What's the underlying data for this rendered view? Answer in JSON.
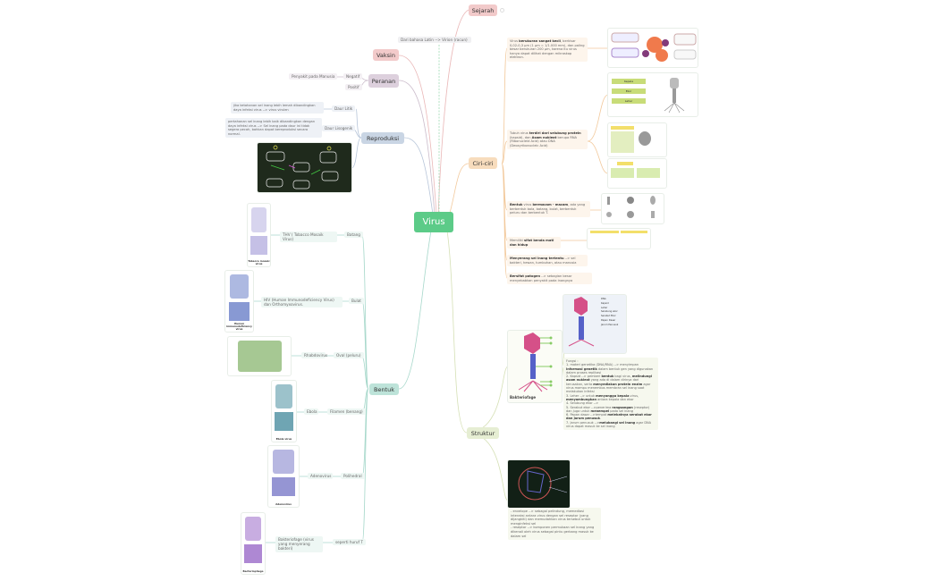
{
  "center": {
    "label": "Virus",
    "color": "#5ccb88"
  },
  "sejarah": {
    "label": "Sejarah",
    "color": "#f2caca",
    "child": "Dari bahasa Latin --> Virion (racun)"
  },
  "vaksin": {
    "label": "Vaksin",
    "color": "#f2caca"
  },
  "peranan": {
    "label": "Peranan",
    "color": "#ddd0dd",
    "negatif": "Negatif",
    "negatif_child": "Penyakit pada Manusia",
    "positif": "Positif"
  },
  "reproduksi": {
    "label": "Reproduksi",
    "color": "#c9d5e4",
    "litik": "Daur Litik",
    "litik_text": "jika ketahanan sel inang lebih lemah dibandingkan daya infeksi virus --> virus virulen",
    "lisogenik": "Daur Lisogenik",
    "lisogenik_text": "pertahanan sel inang lebih baik dibandingkan dengan daya infeksi virus --> Sel inang pada daur ini tidak segera pecah, bahkan dapat bereproduksi secara normal."
  },
  "ciri": {
    "label": "Ciri-ciri",
    "color": "#f7dcbd",
    "items": [
      [
        {
          "t": "Virus "
        },
        {
          "t": "berukuran sangat kecil",
          "b": 1
        },
        {
          "t": ", berkisar 0,02-0,3 μm (1 μm = 1/1.000 mm), dan paling besar berukuran 200 μm, karena itu virus hanya dapat dilihat dengan mikroskop elektron."
        }
      ],
      [
        {
          "t": "Tubuh virus "
        },
        {
          "t": "terdiri dari selubung protein",
          "b": 1
        },
        {
          "t": " (kapsid), dan "
        },
        {
          "t": "Asam nukleat",
          "b": 1
        },
        {
          "t": " berupa RNA (Ribonucleid Acid) atau DNA (Deoxyribonucleic Acid)"
        }
      ],
      [
        {
          "t": "Bentuk",
          "b": 1
        },
        {
          "t": " virus "
        },
        {
          "t": "bermacam - macam",
          "b": 1
        },
        {
          "t": ", ada yang berbentuk bola, batang, bulat, berbentuk peluru dan berbentuk T."
        }
      ],
      [
        {
          "t": "Memiliki "
        },
        {
          "t": "sifat benda mati dan hidup",
          "b": 1
        }
      ],
      [
        {
          "t": "Menyerang sel inang tertentu",
          "b": 1
        },
        {
          "t": " --> sel bakteri, hewan, tumbuhan, atau manusia"
        }
      ],
      [
        {
          "t": "Bersifat patogen",
          "b": 1
        },
        {
          "t": " --> sebagian besar menyebabkan penyakit pada inangnya"
        }
      ]
    ],
    "img_labels": {
      "kepala": "Kepala",
      "ekor": "Ekor",
      "leher": "Leher"
    }
  },
  "bentuk": {
    "label": "Bentuk",
    "color": "#bde3d9",
    "items": [
      {
        "type": "Batang",
        "example": "THV ( Tobacco Mosaik Virus)",
        "caption": "Tobacco mosaic virus"
      },
      {
        "type": "Bulat",
        "example": "HIV (Human Immunodeficiency Virus) dan Orthomyxovirus.",
        "caption": "Human immunodeficiency virus"
      },
      {
        "type": "Oval (peluru)",
        "example": "Rhabdovirus",
        "caption": ""
      },
      {
        "type": "Filamen (benang)",
        "example": "Ebola",
        "caption": "Ebola virus"
      },
      {
        "type": "Polihedral",
        "example": "Adenovirus",
        "caption": "Adenovirus"
      },
      {
        "type": "seperti huruf T",
        "example": "Bakteriofage (virus yang menyerang bakteri)",
        "caption": "Bacteriophage"
      }
    ]
  },
  "struktur": {
    "label": "Struktur",
    "color": "#e6eed3",
    "caption": "Bakteriofage",
    "diagram_labels": [
      "DNA",
      "Kapsid",
      "Leher",
      "Selubung ekor",
      "Serabut Ekor",
      "Papan Dasar",
      "Jarum Penusuk"
    ],
    "fungsi": [
      [
        {
          "t": "Fungsi :"
        }
      ],
      [
        {
          "t": "1. materi genetika (DNA/RNA) --> menyimpan "
        },
        {
          "t": "informasi genetik",
          "b": 1
        },
        {
          "t": " dalam bentuk gen yang digunakan dalam proses replikasi"
        }
      ],
      [
        {
          "t": "2. Kapsid --> pemberi "
        },
        {
          "t": "bentuk",
          "b": 1
        },
        {
          "t": " bagi virus, "
        },
        {
          "t": "melindungi asam nukleat",
          "b": 1
        },
        {
          "t": " yang ada di dalam dirinya dari kerusakan, serta "
        },
        {
          "t": "menyediakan protein enzim",
          "b": 1
        },
        {
          "t": " agar virus mampu menembus membran sel inang saat melakukan infeksi"
        }
      ],
      [
        {
          "t": "3. Leher --> untuk "
        },
        {
          "t": "menyangga kepala",
          "b": 1
        },
        {
          "t": " virus, "
        },
        {
          "t": "menyambungkan",
          "b": 1
        },
        {
          "t": " antara kepala dan ekor"
        }
      ],
      [
        {
          "t": "4. Selubung ekor -->"
        }
      ],
      [
        {
          "t": "5. Serabut ekor -->penerima "
        },
        {
          "t": "rangsangan",
          "b": 1
        },
        {
          "t": " (reseptor) dan juga untuk "
        },
        {
          "t": "menempel",
          "b": 1
        },
        {
          "t": " pada sel inang"
        }
      ],
      [
        {
          "t": "6. Papan dasar -->tempat "
        },
        {
          "t": "melekatnya serabut ekor dan jarum penusuk",
          "b": 1
        },
        {
          "t": "."
        }
      ],
      [
        {
          "t": "7. Jarum penusuk -->"
        },
        {
          "t": "melubangi sel inang",
          "b": 1
        },
        {
          "t": " agar DNA virus dapat masuk ke sel inang"
        }
      ]
    ],
    "envelope": [
      [
        {
          "t": "- envelope --> sebagai pelindung, memediasi interaksi antara virus dengan sel reseptor (yang dijangkiti) dan memudahkan virus tersebut untuk menginfeksi sel"
        }
      ],
      [
        {
          "t": "- reseptor --> komponen permukaan sel inang yang dikenali oleh virus sebagai pintu gerbang masuk ke dalam sel"
        }
      ]
    ]
  }
}
